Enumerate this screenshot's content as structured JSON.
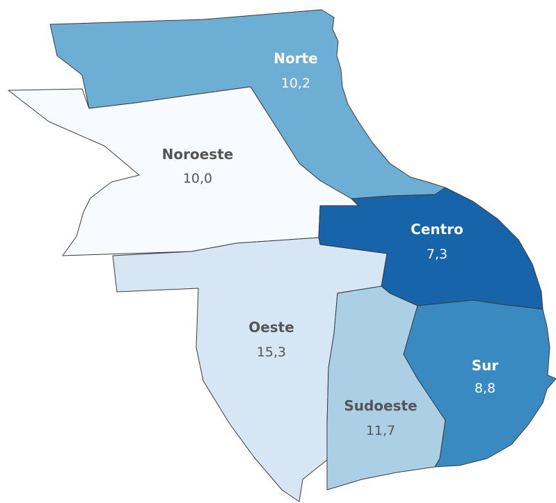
{
  "map": {
    "districts": [
      {
        "id": "norte",
        "name": "Norte",
        "value": "10,2",
        "fill": "#6daed5",
        "text_color": "#ffffff"
      },
      {
        "id": "noroeste",
        "name": "Noroeste",
        "value": "10,0",
        "fill": "#f7fbff",
        "text_color": "#555555"
      },
      {
        "id": "centro",
        "name": "Centro",
        "value": "7,3",
        "fill": "#1764ab",
        "text_color": "#ffffff"
      },
      {
        "id": "oeste",
        "name": "Oeste",
        "value": "15,3",
        "fill": "#d6e6f4",
        "text_color": "#555555"
      },
      {
        "id": "sudoeste",
        "name": "Sudoeste",
        "value": "11,7",
        "fill": "#abd0e6",
        "text_color": "#555555"
      },
      {
        "id": "sur",
        "name": "Sur",
        "value": "8,8",
        "fill": "#3a8ac2",
        "text_color": "#ffffff"
      }
    ]
  }
}
